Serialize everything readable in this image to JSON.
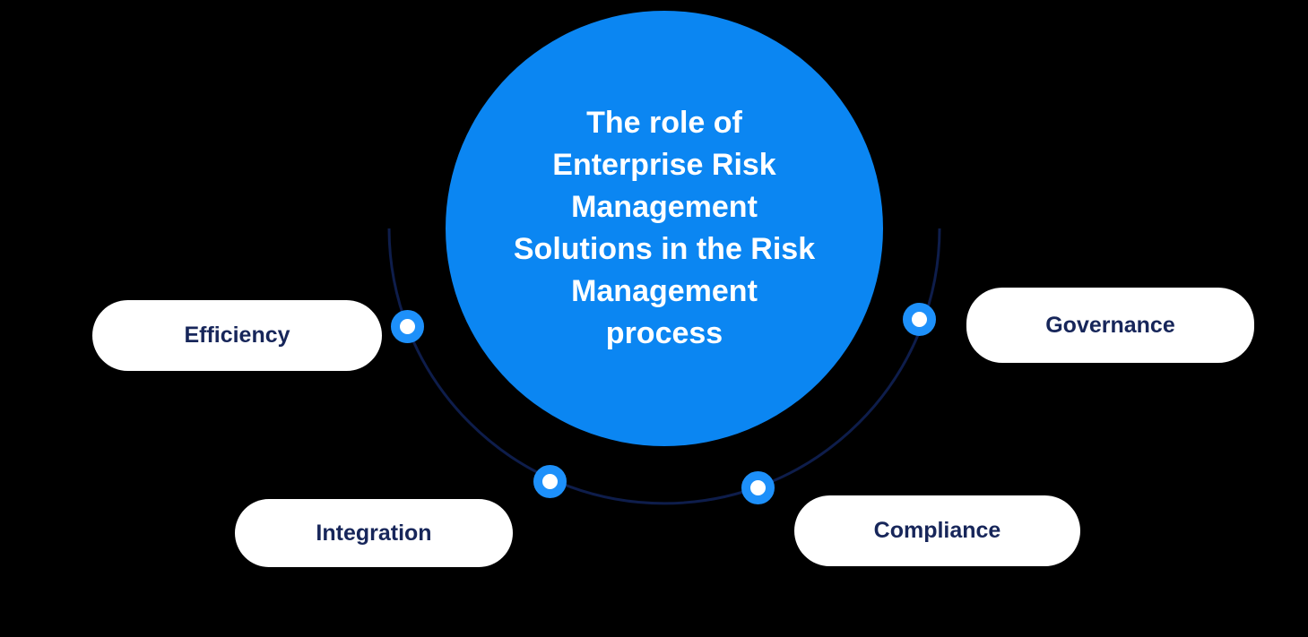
{
  "colors": {
    "background": "#000000",
    "circle_fill": "#0b86f2",
    "title_text": "#ffffff",
    "pill_fill": "#ffffff",
    "pill_text": "#17265a",
    "dot_ring": "#1d90fa",
    "dot_core": "#ffffff",
    "arc_stroke": "#0e1d4b"
  },
  "diagram": {
    "title": "The role of\nEnterprise Risk\nManagement\nSolutions in the Risk\nManagement\nprocess",
    "nodes": [
      {
        "label": "Efficiency"
      },
      {
        "label": "Integration"
      },
      {
        "label": "Compliance"
      },
      {
        "label": "Governance"
      }
    ]
  }
}
